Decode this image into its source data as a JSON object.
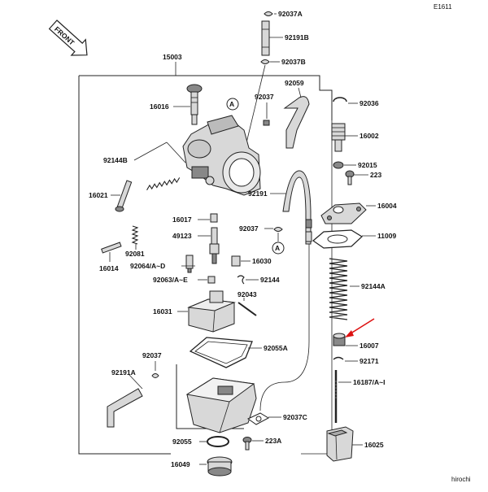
{
  "diagram": {
    "code": "E1611",
    "direction_badge": "FRONT",
    "assembly_label": "15003",
    "watermark": "hirochi",
    "callout_a": "A",
    "labels": {
      "p92037a": "92037A",
      "p92191b": "92191B",
      "p92037b": "92037B",
      "p92059": "92059",
      "p92036": "92036",
      "p16016": "16016",
      "p92037_top": "92037",
      "p16002": "16002",
      "p92144b": "92144B",
      "p92015": "92015",
      "p223": "223",
      "p16021": "16021",
      "p92191": "92191",
      "p16004": "16004",
      "p16017": "16017",
      "p92037_mid": "92037",
      "p11009": "11009",
      "p49123": "49123",
      "p92081": "92081",
      "p16014": "16014",
      "p92064": "92064/A~D",
      "p16030": "16030",
      "p92144a": "92144A",
      "p92063": "92063/A~E",
      "p92144": "92144",
      "p92043": "92043",
      "p16031": "16031",
      "p16007": "16007",
      "p92055a": "92055A",
      "p92171": "92171",
      "p92037_low": "92037",
      "p92191a": "92191A",
      "p16187": "16187/A~I",
      "p92037c": "92037C",
      "p16025": "16025",
      "p92055": "92055",
      "p223a": "223A",
      "p16049": "16049"
    }
  }
}
